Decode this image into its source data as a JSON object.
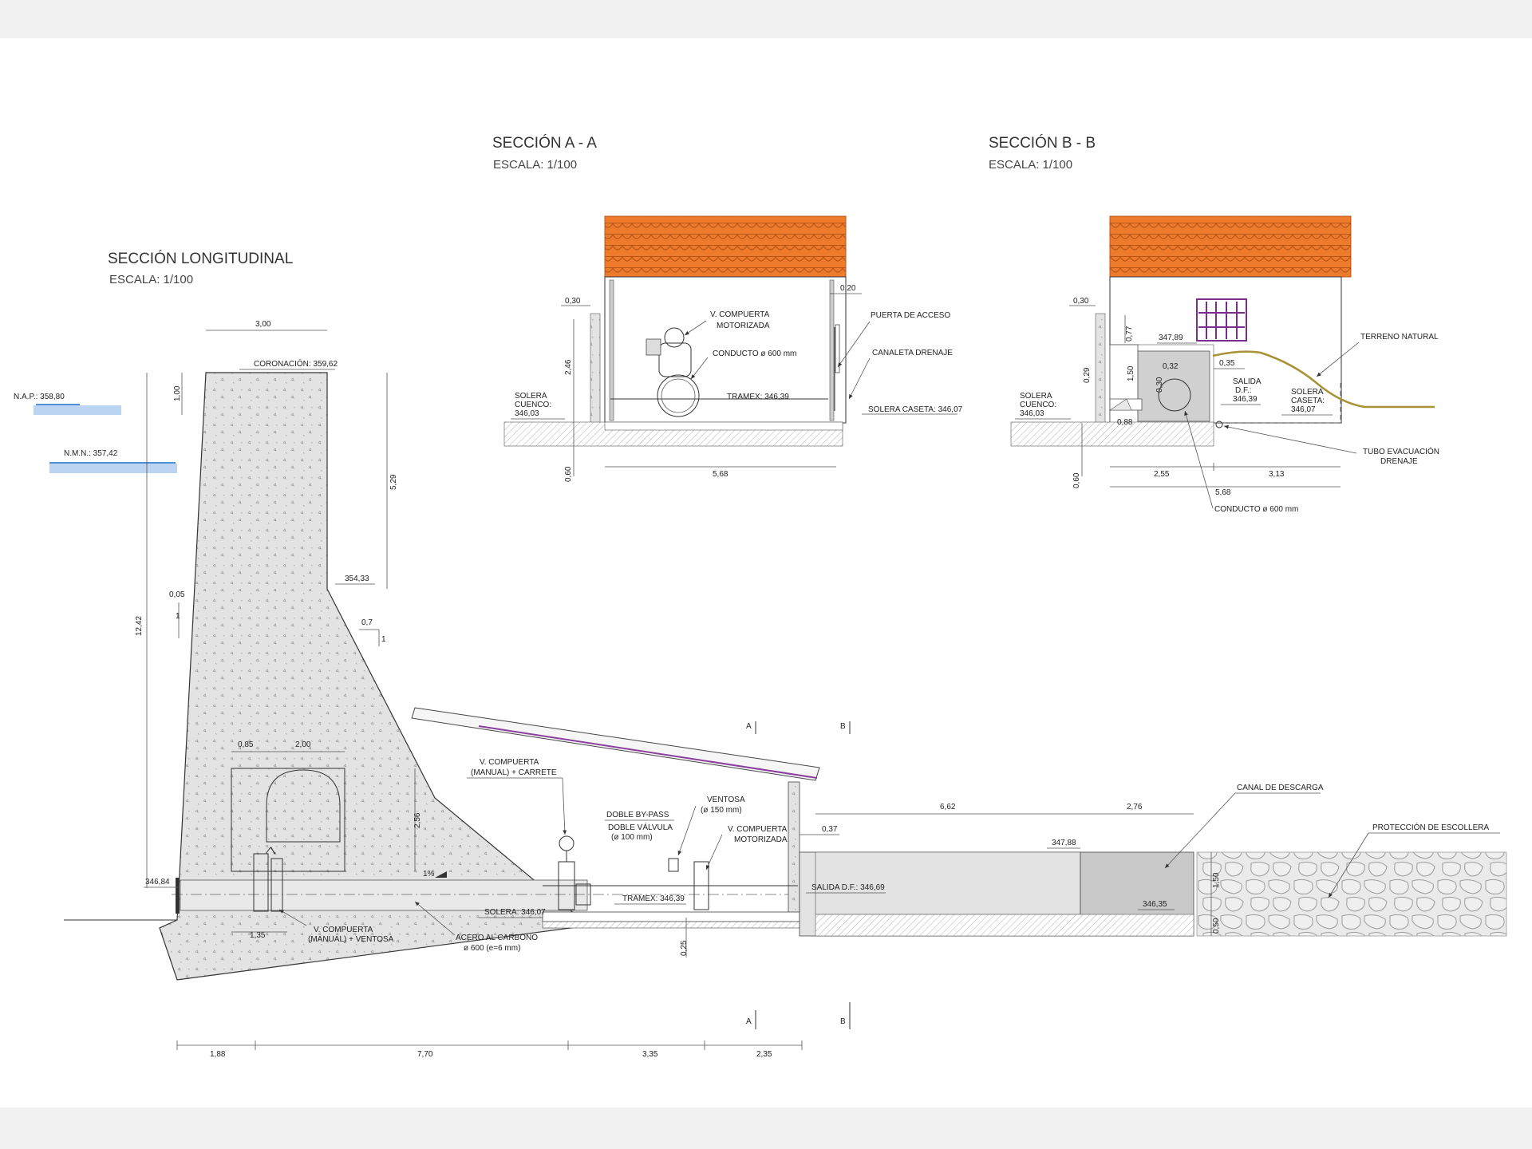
{
  "titles": {
    "longitudinal": {
      "title": "SECCIÓN LONGITUDINAL",
      "scale": "ESCALA:  1/100"
    },
    "a": {
      "title": "SECCIÓN A - A",
      "scale": "ESCALA:  1/100"
    },
    "b": {
      "title": "SECCIÓN B - B",
      "scale": "ESCALA:  1/100"
    }
  },
  "longitudinal": {
    "labels": {
      "nap": "N.A.P.: 358,80",
      "nmn": "N.M.N.: 357,42",
      "coronacion": "CORONACIÓN: 359,62",
      "level_35433": "354,33",
      "level_34684": "346,84",
      "v_compuerta_carrete_1": "V. COMPUERTA",
      "v_compuerta_carrete_2": "(MANUAL) + CARRETE",
      "ventosa_1": "VENTOSA",
      "ventosa_2": "(ø 150 mm)",
      "doble_bypass": "DOBLE BY-PASS",
      "doble_valvula_1": "DOBLE VÁLVULA",
      "doble_valvula_2": "(ø 100 mm)",
      "v_motorizada_1": "V. COMPUERTA",
      "v_motorizada_2": "MOTORIZADA",
      "solera": "SOLERA: 346,07",
      "tramex": "TRAMEX: 346,39",
      "salida": "SALIDA D.F.: 346,69",
      "level_34788": "347,88",
      "level_34635": "346,35",
      "canal": "CANAL DE DESCARGA",
      "proteccion": "PROTECCIÓN DE ESCOLLERA",
      "v_manual_ventosa_1": "V. COMPUERTA",
      "v_manual_ventosa_2": "(MANUAL) + VENTOSA",
      "acero_1": "ACERO AL CARBONO",
      "acero_2": "ø 600 (e=6 mm)",
      "slope": "1%",
      "cut_a": "A",
      "cut_b": "B"
    },
    "dims": {
      "d300": "3,00",
      "d100": "1,00",
      "d529": "5,29",
      "d1242": "12,42",
      "d005": "0,05",
      "d1a": "1",
      "d07": "0,7",
      "d1b": "1",
      "d085": "0,85",
      "d200": "2,00",
      "d256": "2,56",
      "d135": "1,35",
      "d662": "6,62",
      "d276": "2,76",
      "d037": "0,37",
      "d025": "0,25",
      "d150": "1,50",
      "d050": "0,50",
      "b188": "1,88",
      "b770": "7,70",
      "b335": "3,35",
      "b235": "2,35"
    }
  },
  "section_a": {
    "labels": {
      "v_comp_1": "V. COMPUERTA",
      "v_comp_2": "MOTORIZADA",
      "conducto": "CONDUCTO ø 600 mm",
      "puerta": "PUERTA DE ACCESO",
      "canaleta": "CANALETA DRENAJE",
      "solera_caseta": "SOLERA CASETA: 346,07",
      "tramex": "TRAMEX: 346,39",
      "solera_cuenco_1": "SOLERA",
      "solera_cuenco_2": "CUENCO:",
      "solera_cuenco_3": "346,03"
    },
    "dims": {
      "d030": "0,30",
      "d020": "0,20",
      "d246": "2,46",
      "d060": "0,60",
      "d568": "5,68"
    }
  },
  "section_b": {
    "labels": {
      "level_34789": "347,89",
      "terreno": "TERRENO NATURAL",
      "salida_1": "SALIDA",
      "salida_2": "D.F.:",
      "salida_3": "346,39",
      "solera_caseta_1": "SOLERA",
      "solera_caseta_2": "CASETA:",
      "solera_caseta_3": "346,07",
      "solera_cuenco_1": "SOLERA",
      "solera_cuenco_2": "CUENCO:",
      "solera_cuenco_3": "346,03",
      "tubo_1": "TUBO EVACUACIÓN",
      "tubo_2": "DRENAJE",
      "conducto": "CONDUCTO ø 600 mm"
    },
    "dims": {
      "d030": "0,30",
      "d077": "0,77",
      "d029": "0,29",
      "d150": "1,50",
      "d032": "0,32",
      "d030b": "0,30",
      "d035": "0,35",
      "d088": "0,88",
      "d060": "0,60",
      "d255": "2,55",
      "d313": "3,13",
      "d568": "5,68"
    }
  },
  "colors": {
    "tile": "#ee7a2b",
    "tile_line": "#b8561a",
    "concrete": "#e3e3e3",
    "water": "#4f8fd6",
    "terrain": "#a89236",
    "window": "#7b2d8e",
    "roof_accent": "#8a3f9e",
    "wall_grey": "#d6d6d6"
  }
}
